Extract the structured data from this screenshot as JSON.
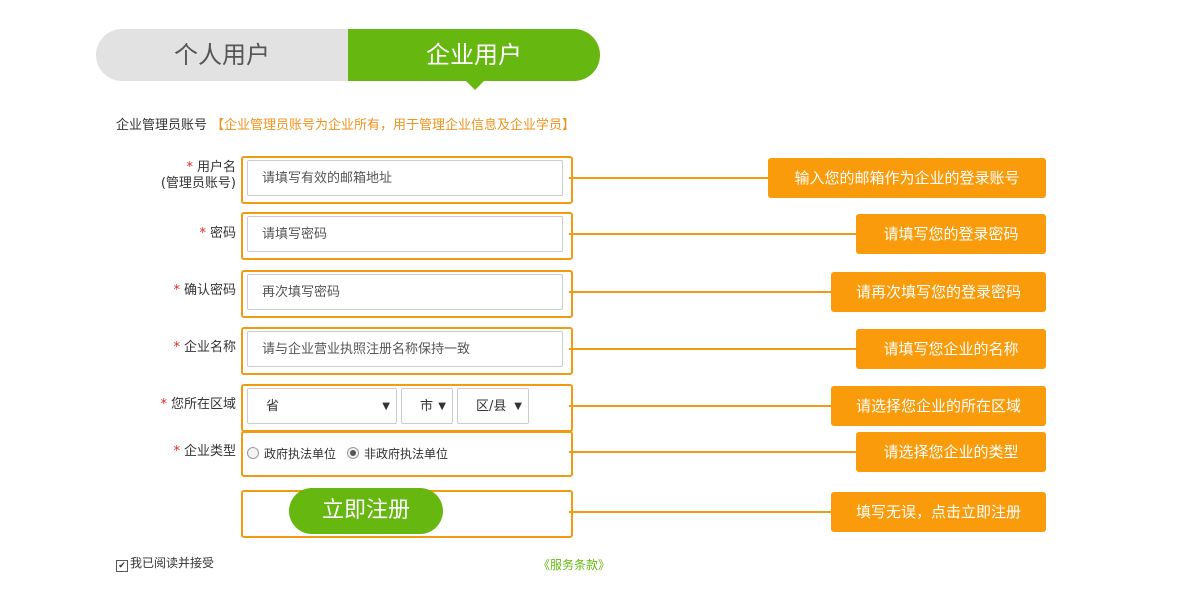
{
  "tabs": {
    "personal": "个人用户",
    "enterprise": "企业用户",
    "active": "enterprise"
  },
  "notice": {
    "label": "企业管理员账号",
    "hint": "【企业管理员账号为企业所有，用于管理企业信息及企业学员】"
  },
  "form": {
    "username": {
      "label_line1": "用户名",
      "label_line2": "(管理员账号)",
      "placeholder": "请填写有效的邮箱地址",
      "tip": "输入您的邮箱作为企业的登录账号"
    },
    "password": {
      "label": "密码",
      "placeholder": "请填写密码",
      "tip": "请填写您的登录密码"
    },
    "confirm_password": {
      "label": "确认密码",
      "placeholder": "再次填写密码",
      "tip": "请再次填写您的登录密码"
    },
    "company_name": {
      "label": "企业名称",
      "placeholder": "请与企业营业执照注册名称保持一致",
      "tip": "请填写您企业的名称"
    },
    "region": {
      "label": "您所在区域",
      "province": "省",
      "city": "市",
      "district": "区/县",
      "tip": "请选择您企业的所在区域"
    },
    "company_type": {
      "label": "企业类型",
      "option_gov": "政府执法单位",
      "option_non_gov": "非政府执法单位",
      "selected": "非政府执法单位",
      "tip": "请选择您企业的类型"
    },
    "required_mark": "*"
  },
  "register": {
    "button": "立即注册",
    "tip": "填写无误，点击立即注册"
  },
  "agreement": {
    "checked": true,
    "text": "我已阅读并接受",
    "terms": "《服务条款》"
  },
  "colors": {
    "green": "#66b70f",
    "orange": "#f99b0a",
    "frame_orange": "#f39a14",
    "required_red": "#e0271e"
  }
}
